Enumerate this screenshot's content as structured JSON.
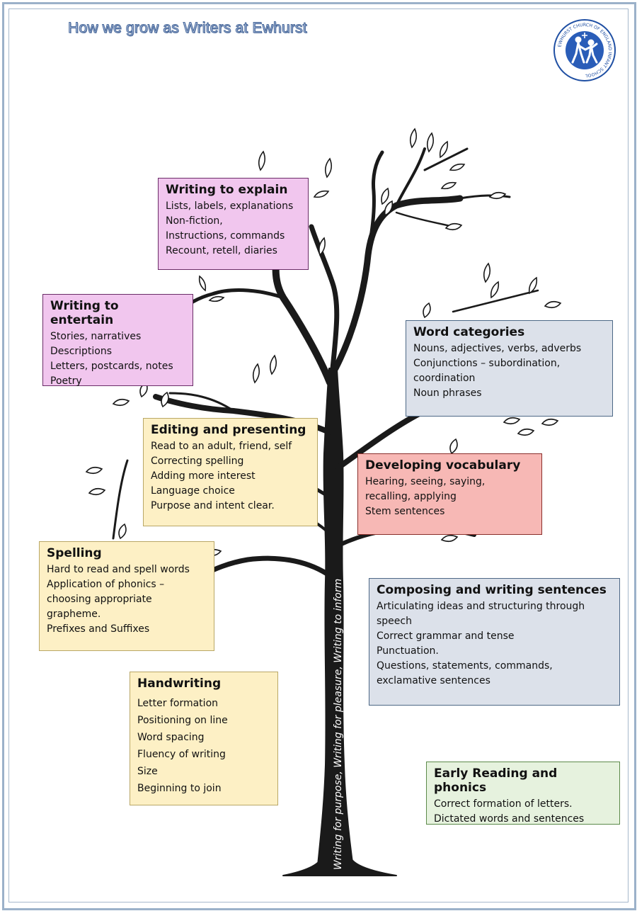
{
  "title": "How we grow as Writers at Ewhurst",
  "logo": {
    "ring_text": "EWHURST CHURCH OF ENGLAND INFANT SCHOOL",
    "icon": "children-holding-hands-icon",
    "color": "#1f4fa3"
  },
  "trunk_text": "Writing for purpose, Writing for pleasure, Writing to inform",
  "boxes": {
    "explain": {
      "heading": "Writing to explain",
      "lines": [
        "Lists, labels, explanations",
        "Non-fiction,",
        "Instructions, commands",
        "Recount, retell, diaries"
      ]
    },
    "entertain": {
      "heading": "Writing to entertain",
      "lines": [
        "Stories, narratives",
        "Descriptions",
        "Letters, postcards, notes",
        "Poetry"
      ]
    },
    "editing": {
      "heading": "Editing and presenting",
      "lines": [
        "Read to an adult, friend, self",
        "Correcting spelling",
        "Adding more interest",
        "Language choice",
        "Purpose and intent clear."
      ]
    },
    "spelling": {
      "heading": "Spelling",
      "lines": [
        "Hard to read and spell words",
        "Application of phonics –",
        "choosing appropriate",
        "grapheme.",
        "Prefixes and Suffixes"
      ]
    },
    "handwriting": {
      "heading": "Handwriting",
      "lines": [
        "Letter formation",
        "Positioning on line",
        "Word spacing",
        "Fluency of writing",
        "Size",
        "Beginning to join"
      ]
    },
    "word_categories": {
      "heading": "Word categories",
      "lines": [
        "Nouns, adjectives, verbs, adverbs",
        "Conjunctions – subordination,",
        "coordination",
        "Noun phrases"
      ]
    },
    "vocabulary": {
      "heading": "Developing vocabulary",
      "lines": [
        "Hearing, seeing, saying,",
        "recalling, applying",
        "Stem sentences"
      ]
    },
    "composing": {
      "heading": "Composing and writing sentences",
      "lines": [
        "Articulating ideas and structuring through",
        "speech",
        "Correct grammar and tense",
        "Punctuation.",
        "Questions, statements, commands,",
        "exclamative sentences"
      ]
    },
    "early_reading": {
      "heading": "Early Reading and phonics",
      "lines": [
        "Correct formation of letters.",
        "Dictated words and sentences"
      ]
    }
  },
  "colors": {
    "pink": "#f1c6ee",
    "yellow": "#fdf0c5",
    "blue": "#dce1ea",
    "red": "#f7b8b5",
    "green": "#e6f2de",
    "tree": "#1a1a1a"
  }
}
